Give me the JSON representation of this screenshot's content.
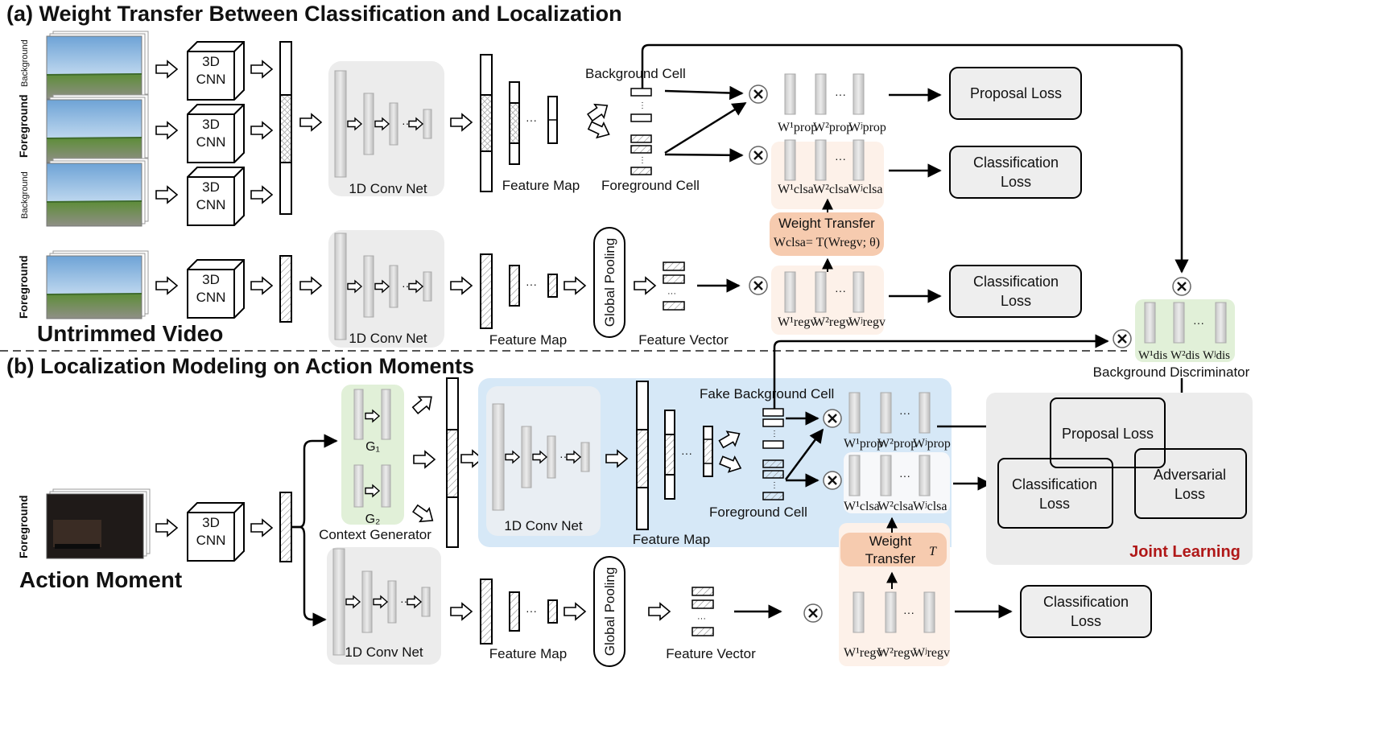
{
  "section_a_title": "(a) Weight Transfer Between Classification and Localization",
  "section_b_title": "(b) Localization Modeling on Action Moments",
  "side_labels": {
    "background": "Background",
    "foreground": "Foreground"
  },
  "untrimmed_video_label": "Untrimmed Video",
  "action_moment_label": "Action Moment",
  "cnn_label": [
    "3D",
    "CNN"
  ],
  "conv_net_label": "1D Conv Net",
  "feature_map_label": "Feature Map",
  "feature_vector_label": "Feature Vector",
  "global_pooling_label": "Global Pooling",
  "background_cell_label": "Background  Cell",
  "foreground_cell_label": "Foreground  Cell",
  "fake_background_cell_label": "Fake Background Cell",
  "weight_transfer_label": "Weight Transfer",
  "weight_transfer_formula": "Wclsa= T(Wregv; θ)",
  "weight_transfer_b_line1": "Weight",
  "weight_transfer_b_line2": "Transfer",
  "context_generator_label": "Context Generator",
  "g1_label": "G₁",
  "g2_label": "G₂",
  "weights": {
    "prop": [
      "W¹prop",
      "W²prop",
      "Wʲprop"
    ],
    "clsa": [
      "W¹clsa",
      "W²clsa",
      "Wʲclsa"
    ],
    "regv": [
      "W¹regv",
      "W²regv",
      "Wʲregv"
    ],
    "dis": [
      "W¹dis",
      "W²dis",
      "Wʲdis"
    ]
  },
  "ellipsis": "...",
  "losses": {
    "proposal": "Proposal Loss",
    "classification": [
      "Classification",
      "Loss"
    ],
    "adversarial": [
      "Adversarial",
      "Loss"
    ]
  },
  "background_discriminator_label": "Background Discriminator",
  "joint_learning_label": "Joint Learning",
  "colors": {
    "gray_panel": "#ececec",
    "green_panel": "#e1f0d8",
    "blue_panel": "#d6e8f7",
    "peach_panel": "#fdf1e9",
    "weight_transfer_box": "#f6cbaf",
    "joint_learning_text": "#b01818",
    "loss_box": "#eeeeee"
  }
}
